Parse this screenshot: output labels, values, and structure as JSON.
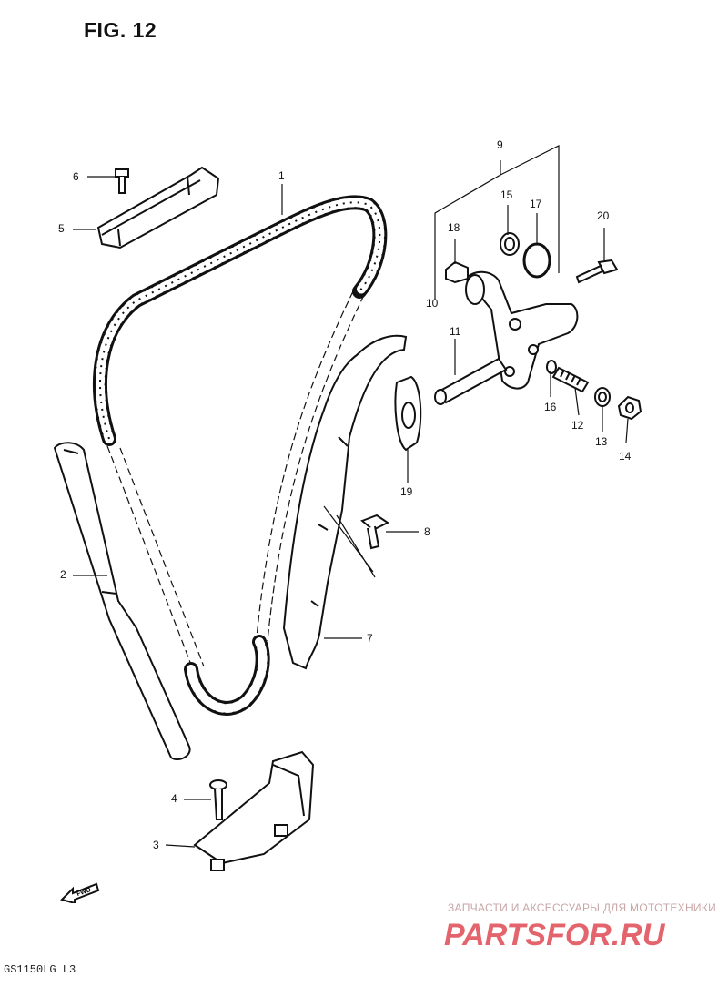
{
  "figure": {
    "title": "FIG. 12"
  },
  "callouts": [
    {
      "id": "c1",
      "label": "1"
    },
    {
      "id": "c2",
      "label": "2"
    },
    {
      "id": "c3",
      "label": "3"
    },
    {
      "id": "c4",
      "label": "4"
    },
    {
      "id": "c5",
      "label": "5"
    },
    {
      "id": "c6",
      "label": "6"
    },
    {
      "id": "c7",
      "label": "7"
    },
    {
      "id": "c8",
      "label": "8"
    },
    {
      "id": "c9",
      "label": "9"
    },
    {
      "id": "c10",
      "label": "10"
    },
    {
      "id": "c11",
      "label": "11"
    },
    {
      "id": "c12",
      "label": "12"
    },
    {
      "id": "c13",
      "label": "13"
    },
    {
      "id": "c14",
      "label": "14"
    },
    {
      "id": "c15",
      "label": "15"
    },
    {
      "id": "c16",
      "label": "16"
    },
    {
      "id": "c17",
      "label": "17"
    },
    {
      "id": "c18",
      "label": "18"
    },
    {
      "id": "c19",
      "label": "19"
    },
    {
      "id": "c20",
      "label": "20"
    }
  ],
  "fwd_label": "FWD",
  "model_code": "GS1150LG L3",
  "watermark": {
    "caption": "ЗАПЧАСТИ И АКСЕССУАРЫ ДЛЯ МОТОТЕХНИКИ",
    "logo_text": "PARTSFOR.RU",
    "color": "#e04a55"
  }
}
